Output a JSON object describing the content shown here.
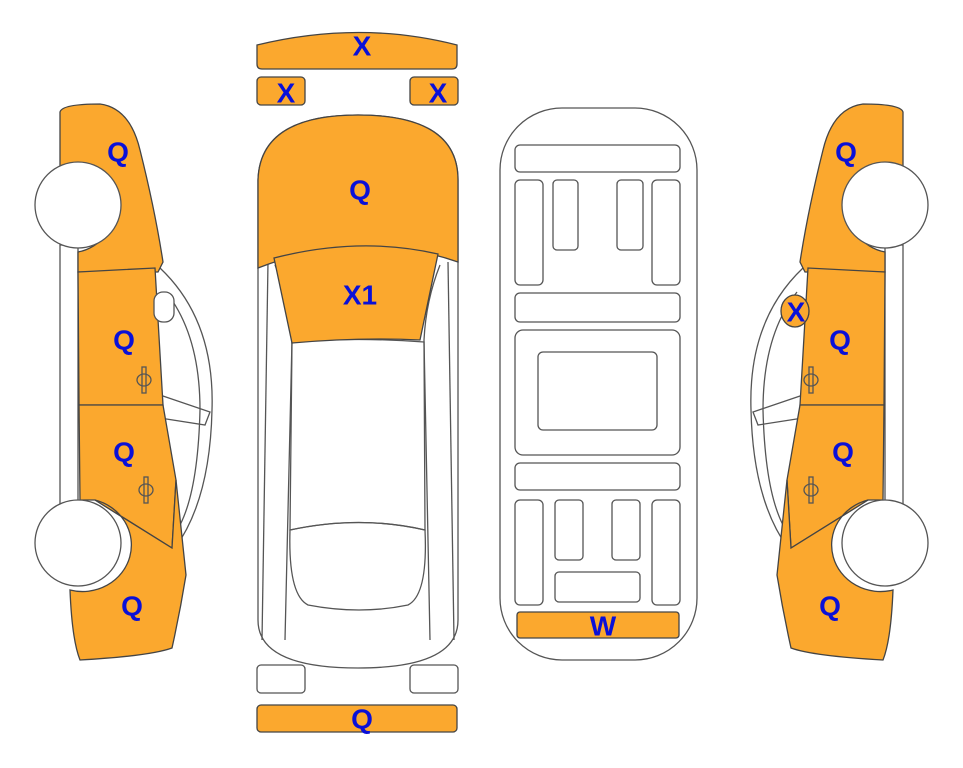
{
  "colors": {
    "damaged": "#FBA82E",
    "label": "#0A10D8"
  },
  "left_side": {
    "front_fender": "Q",
    "front_door": "Q",
    "rear_door": "Q",
    "rear_fender": "Q"
  },
  "top_view": {
    "front_bumper": "X",
    "left_headlight": "X",
    "right_headlight": "X",
    "hood": "Q",
    "windshield": "X1",
    "rear_bumper": "Q"
  },
  "underbody": {
    "rear_panel": "W"
  },
  "right_side": {
    "front_fender": "Q",
    "a_pillar": "X",
    "front_door": "Q",
    "rear_door": "Q",
    "rear_fender": "Q"
  }
}
